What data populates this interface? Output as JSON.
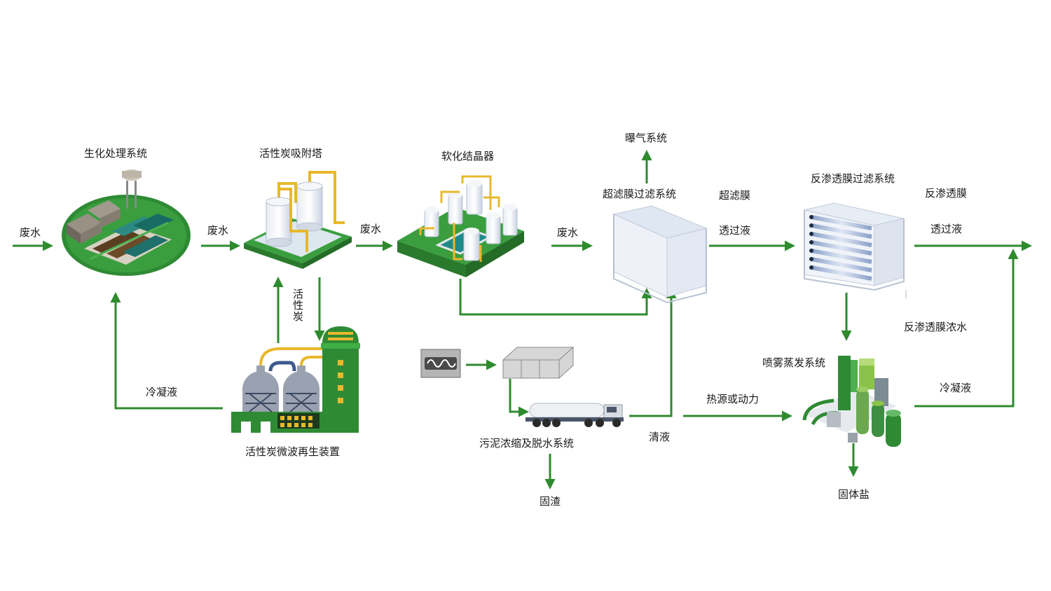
{
  "nodes": {
    "biological": "生化处理系统",
    "carbon_tower": "活性炭吸附塔",
    "softening": "软化结晶器",
    "aeration": "曝气系统",
    "ultrafiltration": "超滤膜过滤系统",
    "uf_membrane": "超滤膜",
    "uf_permeate": "透过液",
    "ro_system": "反渗透膜过滤系统",
    "ro_membrane": "反渗透膜",
    "ro_permeate": "透过液",
    "ro_concentrate": "反渗透膜浓水",
    "spray_evap": "喷雾蒸发系统",
    "solid_salt": "固体盐",
    "regeneration": "活性炭微波再生装置",
    "sludge": "污泥浓缩及脱水系统",
    "solid_residue": "固渣"
  },
  "flows": {
    "wastewater_in": "废水",
    "wastewater_1": "废水",
    "wastewater_2": "废水",
    "wastewater_3": "废水",
    "activated_carbon": "活性炭",
    "condensate_left": "冷凝液",
    "condensate_right": "冷凝液",
    "clear_liquid": "清液",
    "heat_power": "热源或动力"
  },
  "colors": {
    "arrow": "#2e8b2e",
    "green_dark": "#2f7d32",
    "green_light": "#4caf50",
    "yellow_pipe": "#e8b82c"
  }
}
